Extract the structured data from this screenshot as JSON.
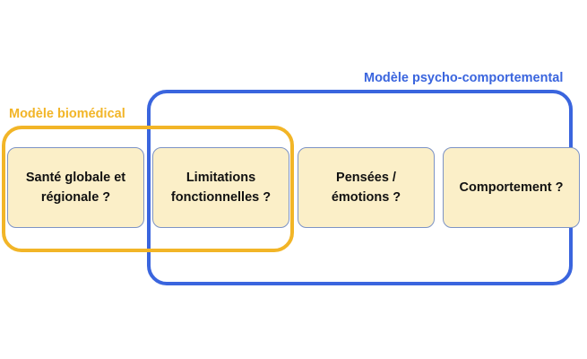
{
  "groups": {
    "biomedical": {
      "label": "Modèle biomédical",
      "color": "#F2B527"
    },
    "psycho": {
      "label": "Modèle psycho-comportemental",
      "color": "#3A65DE"
    }
  },
  "boxes": [
    {
      "text": "Santé globale et régionale ?"
    },
    {
      "text": "Limitations fonctionnelles ?"
    },
    {
      "text": "Pensées / émotions ?"
    },
    {
      "text": "Comportement ?"
    }
  ],
  "colors": {
    "box_fill": "#FBEFC8",
    "box_border": "#7C93C6"
  }
}
